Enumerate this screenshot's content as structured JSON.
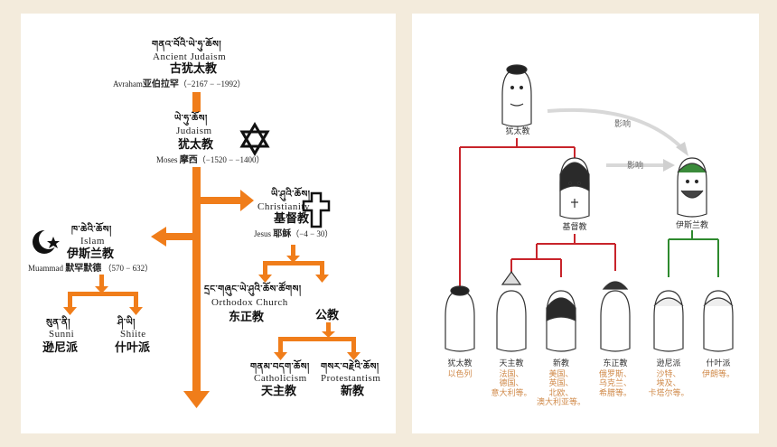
{
  "left": {
    "ancient": {
      "tibetan": "གནའ་བོའི་ཡེ་ཧུ་ཆོས།",
      "english": "Ancient Judaism",
      "chinese": "古犹太教",
      "founder": "Avraham",
      "founder_cn": "亚伯拉罕",
      "dates": "（−2167 − −1992）"
    },
    "judaism": {
      "tibetan": "ཡེ་ཧུ་ཆོས།",
      "english": "Judaism",
      "chinese": "犹太教",
      "founder": "Moses",
      "founder_cn": "摩西",
      "dates": "（−1520 − −1400）"
    },
    "christianity": {
      "tibetan": "ཡི་ཤུའི་ཆོས།",
      "english": "Christianity",
      "chinese": "基督教",
      "founder": "Jesus",
      "founder_cn": "耶稣",
      "dates": "（−4 − 30）"
    },
    "islam": {
      "tibetan": "ཁ་ཆེའི་ཆོས།",
      "english": "Islam",
      "chinese": "伊斯兰教",
      "founder": "Muammad",
      "founder_cn": "默罕默德",
      "dates": "（570 − 632）"
    },
    "sunni": {
      "tibetan": "སུན་ནི།",
      "english": "Sunni",
      "chinese": "逊尼派"
    },
    "shiite": {
      "tibetan": "ཤི་ཡི།",
      "english": "Shiite",
      "chinese": "什叶派"
    },
    "orthodox": {
      "tibetan": "དྲང་གཞུང་ཡེ་ཤུའི་ཆོས་ཚོགས།",
      "english": "Orthodox Church",
      "chinese": "东正教"
    },
    "catholic_group": {
      "chinese": "公教"
    },
    "catholicism": {
      "tibetan": "གནམ་བདག་ཆོས།",
      "english": "Catholicism",
      "chinese": "天主教"
    },
    "protestantism": {
      "tibetan": "གསར་བརྗེའི་ཆོས།",
      "english": "Protestantism",
      "chinese": "新教"
    }
  },
  "right": {
    "top": "犹太教",
    "influence1": "影响",
    "influence2": "影响",
    "christianity": "基督教",
    "islam": "伊斯兰教",
    "leaves": [
      {
        "name": "犹太教",
        "sub": "以色列"
      },
      {
        "name": "天主教",
        "sub": "法国、\n德国、\n意大利等。"
      },
      {
        "name": "新教",
        "sub": "美国、\n英国、\n北欧、\n澳大利亚等。"
      },
      {
        "name": "东正教",
        "sub": "俄罗斯、\n乌克兰、\n希腊等。"
      },
      {
        "name": "逊尼派",
        "sub": "沙特、\n埃及、\n卡塔尔等。"
      },
      {
        "name": "什叶派",
        "sub": "伊朗等。"
      }
    ]
  },
  "colors": {
    "orange": "#f07d1a",
    "red": "#c8242b",
    "green": "#2e8a2e",
    "gray_arrow": "#d0d0d0",
    "leaf_text": "#d08a4a"
  }
}
